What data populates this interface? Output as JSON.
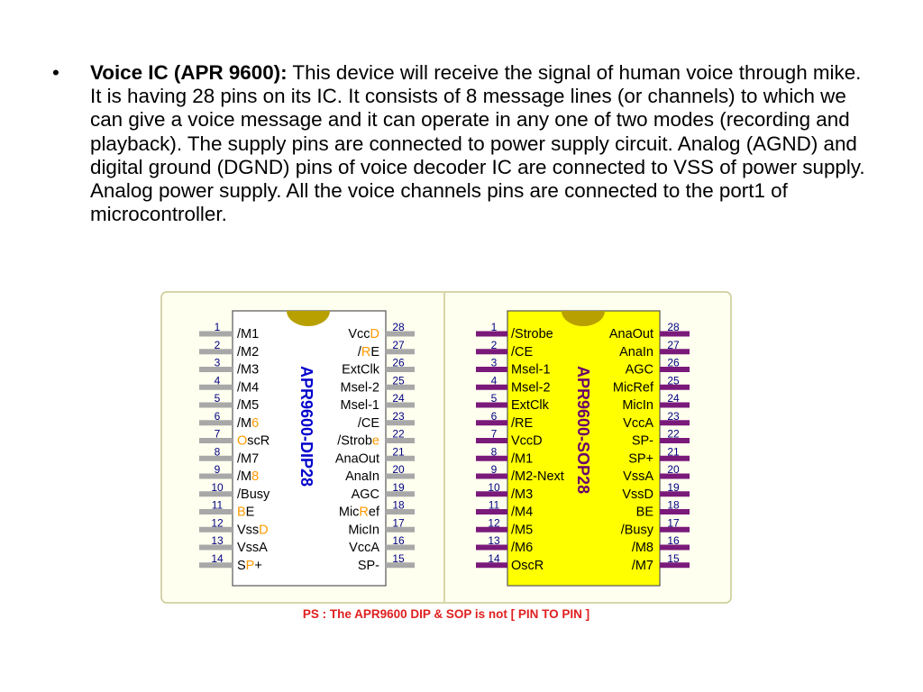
{
  "slide": {
    "bullet": "•",
    "heading": "Voice IC (APR 9600):",
    "body": " This device will receive the signal of human voice through mike. It is having 28 pins on its IC. It consists of 8 message lines (or channels) to which we can give a voice message and it can operate in any one of two modes (recording and playback). The supply pins are connected to power supply circuit. Analog (AGND) and digital ground (DGND) pins of voice decoder IC are connected to VSS of power supply. Analog power supply. All the voice channels pins are connected to the port1 of microcontroller."
  },
  "figure": {
    "colors": {
      "frame_bg": "#fffff0",
      "frame_border": "#c8c890",
      "dip_body": "#ffffff",
      "dip_pin": "#a8a8a8",
      "dip_title": "#0000cc",
      "sop_body": "#ffff00",
      "sop_pin": "#7a1a7a",
      "sop_title": "#6a006a",
      "notch": "#b8a000",
      "pin_number": "#000080",
      "highlight": "#ff9900",
      "caption": "#e02020"
    },
    "dip": {
      "title": "APR9600-DIP28",
      "left_numbers": [
        "1",
        "2",
        "3",
        "4",
        "5",
        "6",
        "7",
        "8",
        "9",
        "10",
        "11",
        "12",
        "13",
        "14"
      ],
      "right_numbers": [
        "28",
        "27",
        "26",
        "25",
        "24",
        "23",
        "22",
        "21",
        "20",
        "19",
        "18",
        "17",
        "16",
        "15"
      ],
      "left_pins": [
        {
          "pre": "/M1",
          "hl": "",
          "post": ""
        },
        {
          "pre": "/M2",
          "hl": "",
          "post": ""
        },
        {
          "pre": "/M3",
          "hl": "",
          "post": ""
        },
        {
          "pre": "/M4",
          "hl": "",
          "post": ""
        },
        {
          "pre": "/M5",
          "hl": "",
          "post": ""
        },
        {
          "pre": "/M",
          "hl": "6",
          "post": ""
        },
        {
          "pre": "",
          "hl": "O",
          "post": "scR"
        },
        {
          "pre": "/M7",
          "hl": "",
          "post": ""
        },
        {
          "pre": "/M",
          "hl": "8",
          "post": ""
        },
        {
          "pre": "/Busy",
          "hl": "",
          "post": ""
        },
        {
          "pre": "",
          "hl": "B",
          "post": "E"
        },
        {
          "pre": "Vss",
          "hl": "D",
          "post": ""
        },
        {
          "pre": "VssA",
          "hl": "",
          "post": ""
        },
        {
          "pre": "S",
          "hl": "P",
          "post": "+"
        }
      ],
      "right_pins": [
        {
          "pre": "Vcc",
          "hl": "D",
          "post": ""
        },
        {
          "pre": "/",
          "hl": "R",
          "post": "E"
        },
        {
          "pre": "ExtClk",
          "hl": "",
          "post": ""
        },
        {
          "pre": "Msel-2",
          "hl": "",
          "post": ""
        },
        {
          "pre": "Msel-1",
          "hl": "",
          "post": ""
        },
        {
          "pre": "/CE",
          "hl": "",
          "post": ""
        },
        {
          "pre": "/Strob",
          "hl": "e",
          "post": ""
        },
        {
          "pre": "AnaOut",
          "hl": "",
          "post": ""
        },
        {
          "pre": "AnaIn",
          "hl": "",
          "post": ""
        },
        {
          "pre": "AGC",
          "hl": "",
          "post": ""
        },
        {
          "pre": "Mic",
          "hl": "R",
          "post": "ef"
        },
        {
          "pre": "MicIn",
          "hl": "",
          "post": ""
        },
        {
          "pre": "VccA",
          "hl": "",
          "post": ""
        },
        {
          "pre": "SP-",
          "hl": "",
          "post": ""
        }
      ]
    },
    "sop": {
      "title": "APR9600-SOP28",
      "left_numbers": [
        "1",
        "2",
        "3",
        "4",
        "5",
        "6",
        "7",
        "8",
        "9",
        "10",
        "11",
        "12",
        "13",
        "14"
      ],
      "right_numbers": [
        "28",
        "27",
        "26",
        "25",
        "24",
        "23",
        "22",
        "21",
        "20",
        "19",
        "18",
        "17",
        "16",
        "15"
      ],
      "left_pins": [
        "/Strobe",
        "/CE",
        "Msel-1",
        "Msel-2",
        "ExtClk",
        "/RE",
        "VccD",
        "/M1",
        "/M2-Next",
        "/M3",
        "/M4",
        "/M5",
        "/M6",
        "OscR"
      ],
      "right_pins": [
        "AnaOut",
        "AnaIn",
        "AGC",
        "MicRef",
        "MicIn",
        "VccA",
        "SP-",
        "SP+",
        "VssA",
        "VssD",
        "BE",
        "/Busy",
        "/M8",
        "/M7"
      ]
    },
    "caption": "PS : The APR9600 DIP & SOP is not [ PIN TO PIN ]"
  }
}
